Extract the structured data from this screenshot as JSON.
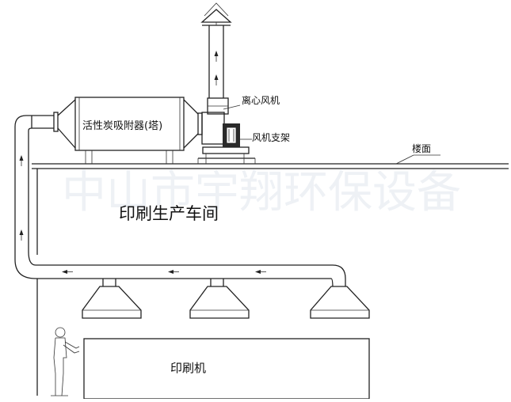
{
  "labels": {
    "adsorber": "活性炭吸附器(塔)",
    "centrifugal_fan": "离心风机",
    "fan_bracket": "风机支架",
    "floor": "楼面",
    "workshop": "印刷生产车间",
    "printer": "印刷机"
  },
  "watermark": "中山市宇翔环保设备"
}
